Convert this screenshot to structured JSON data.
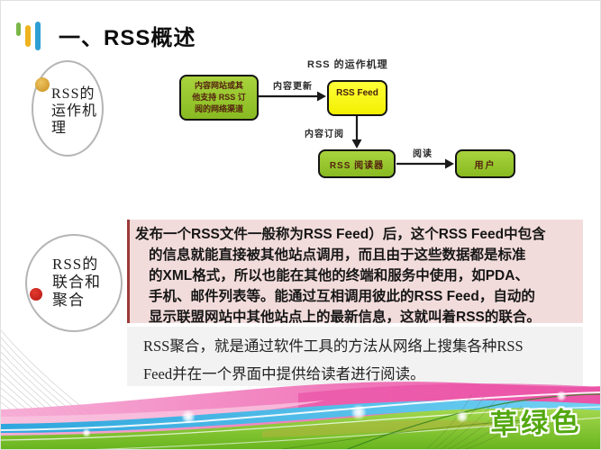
{
  "header": {
    "title": "一、RSS概述"
  },
  "section_mechanism": {
    "circle_label": {
      "line1": "RSS的",
      "line2": "运作机",
      "line3": "理"
    },
    "diagram": {
      "title": "RSS 的运作机理",
      "nodes": {
        "source": {
          "line1": "内容网站或其",
          "line2": "他支持 RSS 订",
          "line3": "阅的网络渠道"
        },
        "feed": "RSS Feed",
        "reader": "RSS 阅读器",
        "user": "用户"
      },
      "edges": {
        "update": "内容更新",
        "subscribe": "内容订阅",
        "read": "阅读"
      }
    }
  },
  "section_syndication": {
    "circle_label": {
      "line1": "RSS的",
      "line2": "联合和",
      "line3": "聚合"
    },
    "pink_block": {
      "line1": "发布一个RSS文件一般称为RSS Feed）后，这个RSS Feed中包含",
      "line2": "的信息就能直接被其他站点调用，而且由于这些数据都是标准",
      "line3": "的XML格式，所以也能在其他的终端和服务中使用，如PDA、",
      "line4": "手机、邮件列表等。能通过互相调用彼此的RSS Feed，自动的",
      "line5": "显示联盟网站中其他站点上的最新信息，这就叫着RSS的联合。"
    },
    "gray_block": {
      "line1": "RSS聚合，就是通过软件工具的方法从网络上搜集各种RSS",
      "line2": "Feed并在一个界面中提供给读者进行阅读。"
    }
  },
  "footer": {
    "badge": "草绿色"
  },
  "colors": {
    "node_green": "#88ba21",
    "node_yellow": "#f2f000",
    "node_text": "#54230f",
    "pink_bg": "#f2dcdb",
    "pink_border": "#9c3a38",
    "gray_bg": "#f2f2f2",
    "badge_green": "#54a80f",
    "wave_pink": "#ee58a9",
    "wave_blue": "#35aadf",
    "wave_green": "#7cc02a",
    "logo_green": "#7ab648",
    "logo_yellow": "#eeb31f",
    "logo_blue": "#2e9fd4"
  }
}
